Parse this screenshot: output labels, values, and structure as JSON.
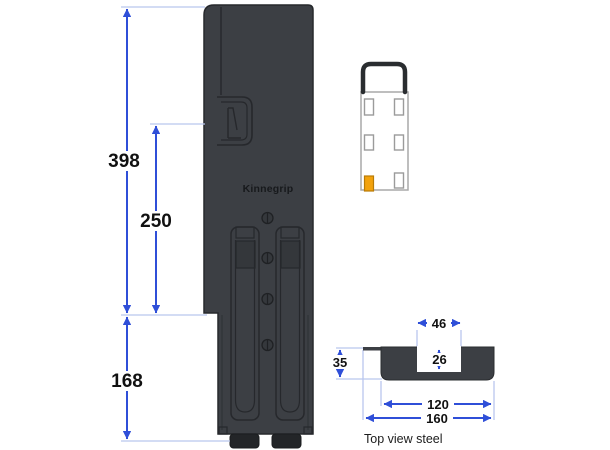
{
  "side_view": {
    "brand_label": "Kinnegrip",
    "dim_overall_height": "398",
    "dim_upper_section": "250",
    "dim_lower_section": "168"
  },
  "truck_view": {
    "marker_color": "#f2a20d"
  },
  "top_view": {
    "caption": "Top view steel",
    "dim_notch_width": "46",
    "dim_notch_depth": "26",
    "dim_profile_height": "35",
    "dim_body_width": "120",
    "dim_total_width": "160"
  },
  "colors": {
    "steel_body": "#3c3f44",
    "steel_outline": "#26282c",
    "feet": "#232528",
    "dimension_blue": "#2f4fd8",
    "extension_blue": "#b9c6ee",
    "truck_outline": "#a8a8a8",
    "cab_dark": "#2a2d30",
    "highlight_orange": "#f2a20d"
  }
}
